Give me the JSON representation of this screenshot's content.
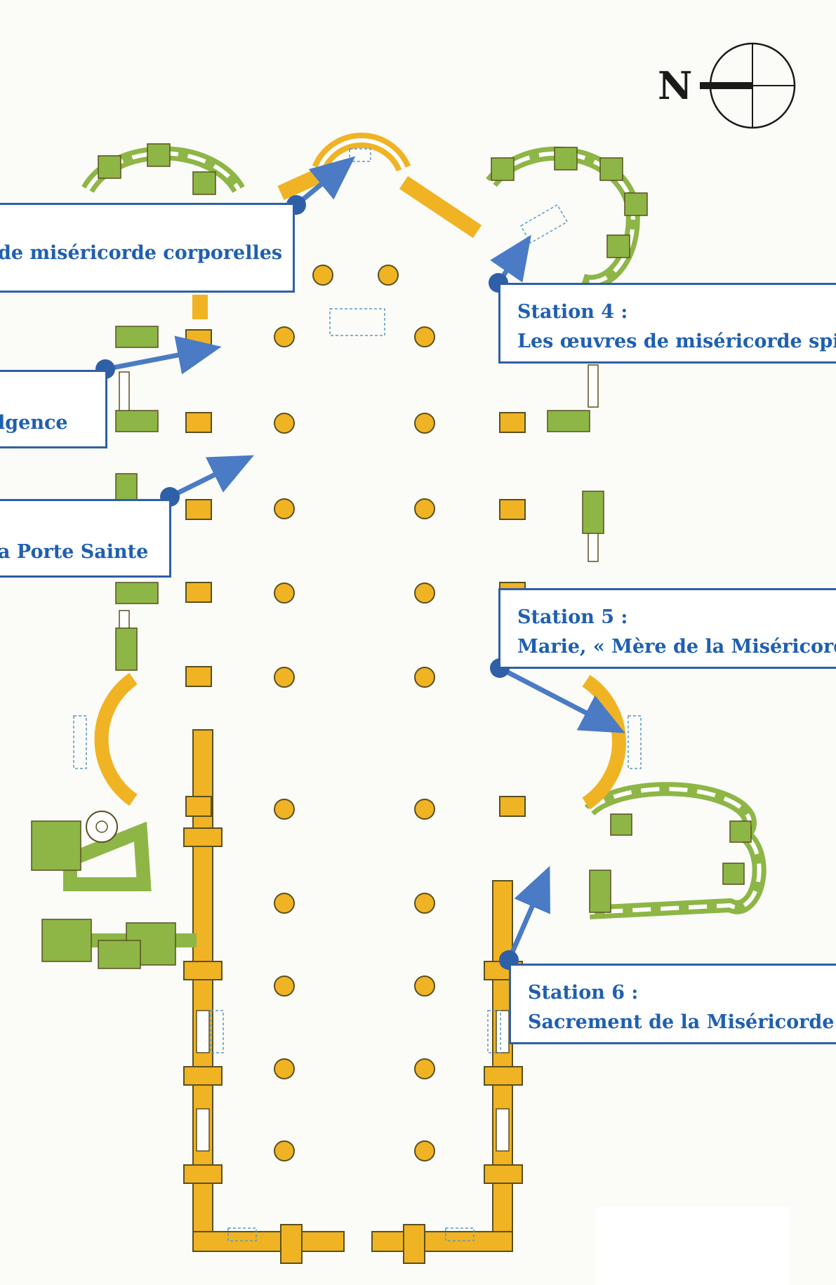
{
  "compass": {
    "letter": "N",
    "icon": "north-compass-icon"
  },
  "colors": {
    "wall_gold": "#f0b324",
    "wall_green": "#8db646",
    "outline": "#5a5020",
    "callout_border": "#2f5fa6",
    "callout_text": "#1f5fb0",
    "pointer": "#4a7bc4",
    "dashed_furniture": "#5a9ac0"
  },
  "stations": [
    {
      "id": "station-1",
      "title": "",
      "subtitle": "de miséricorde corporelles"
    },
    {
      "id": "station-2",
      "title": "",
      "subtitle": "lgence"
    },
    {
      "id": "station-3",
      "title": "",
      "subtitle": "a Porte Sainte"
    },
    {
      "id": "station-4",
      "title": "Station 4 :",
      "subtitle": "Les œuvres de miséricorde spiri"
    },
    {
      "id": "station-5",
      "title": "Station 5 :",
      "subtitle": "Marie, « Mère de la Miséricord"
    },
    {
      "id": "station-6",
      "title": "Station 6 :",
      "subtitle": "Sacrement de la Miséricorde"
    }
  ]
}
